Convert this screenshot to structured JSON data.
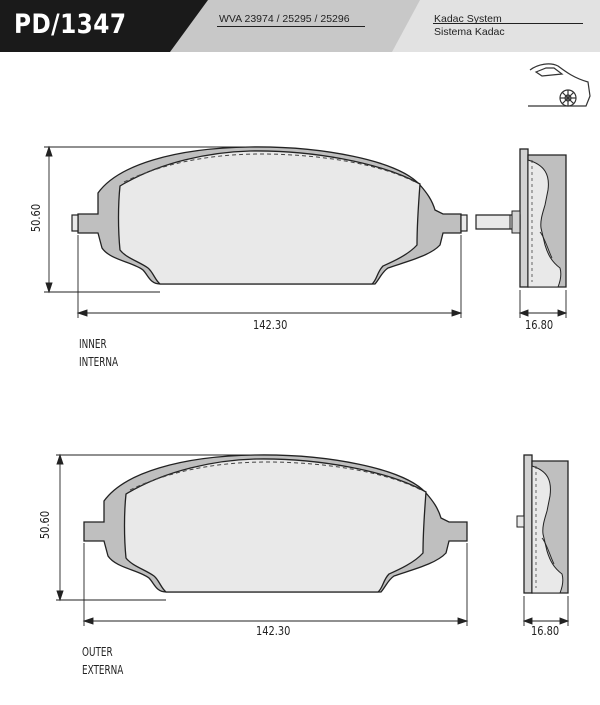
{
  "header": {
    "code": "PD/1347",
    "wva": "WVA 23974 / 25295 / 25296",
    "system_line1": "Kadac System",
    "system_line2": "Sistema Kadac",
    "car_icon": "car-side-icon"
  },
  "views": [
    {
      "label_line1": "INNER",
      "label_line2": "INTERNA",
      "width": "142.30",
      "height": "50.60",
      "thickness": "16.80"
    },
    {
      "label_line1": "OUTER",
      "label_line2": "EXTERNA",
      "width": "142.30",
      "height": "50.60",
      "thickness": "16.80"
    }
  ],
  "colors": {
    "header_dark": "#1a1a1a",
    "header_mid": "#c8c8c8",
    "header_light": "#e2e2e2",
    "pad_fill": "#bfbfbf",
    "backplate_fill": "#d2d2d2"
  }
}
